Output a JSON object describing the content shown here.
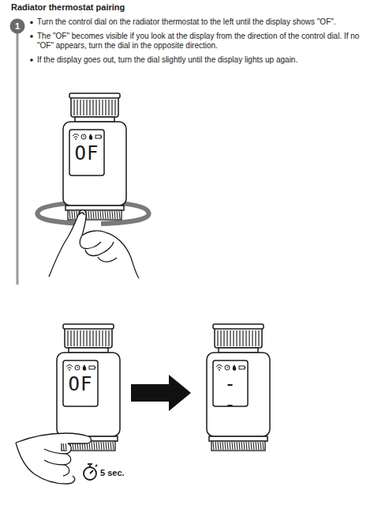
{
  "diagram": {
    "title": "Radiator thermostat pairing",
    "labels": [
      "1",
      "Turn the control dial on the radiator thermostat to the left until the display shows \"OF\".",
      "The \"OF\" becomes visible if you look at the display from the direction of the control dial. If no \"OF\" appears, turn the dial in the opposite direction.",
      "If the display goes out, turn the dial slightly until the display lights up again.",
      "OF",
      "OF",
      "- -",
      "5 sec."
    ]
  }
}
